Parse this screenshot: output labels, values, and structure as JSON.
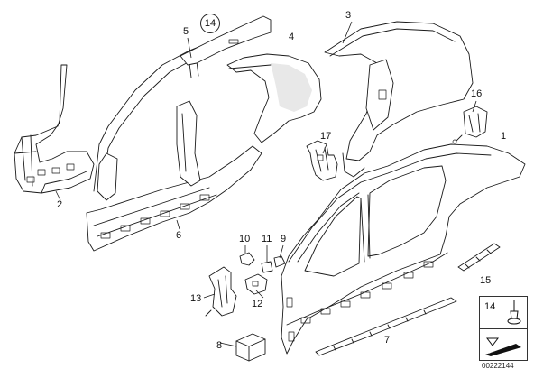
{
  "diagram": {
    "callouts": {
      "c1": "1",
      "c2": "2",
      "c3": "3",
      "c4": "4",
      "c5": "5",
      "c6": "6",
      "c7": "7",
      "c8": "8",
      "c9": "9",
      "c10": "10",
      "c11": "11",
      "c12": "12",
      "c13": "13",
      "c14_circled": "14",
      "c15": "15",
      "c16": "16",
      "c17": "17"
    },
    "legend": {
      "label": "14"
    },
    "diagram_id": "00222144"
  }
}
